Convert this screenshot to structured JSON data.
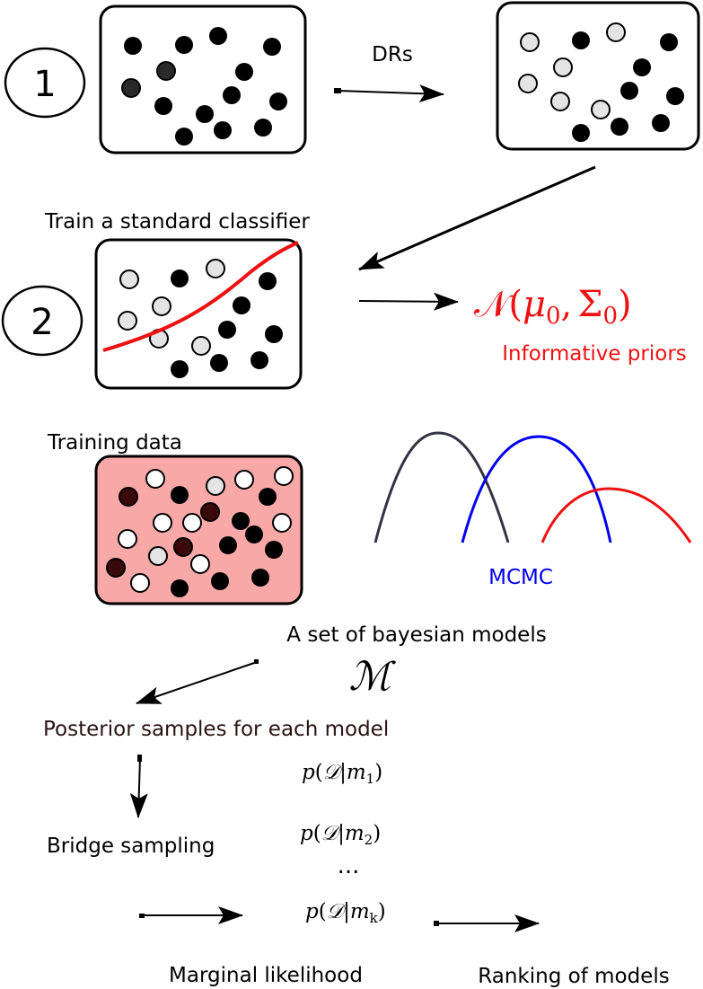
{
  "step1": {
    "number": "1",
    "arrow_label": "DRs"
  },
  "step2": {
    "number": "2",
    "title": "Train a standard classifier",
    "prior_formula": "𝒩(μ0, Σ0)",
    "prior_formula_parts": {
      "symbol": "𝒩",
      "open": "(",
      "mu": "μ",
      "mu_sub": "0",
      "comma": ",",
      "sigma": "Σ",
      "sigma_sub": "0",
      "close": ")"
    },
    "prior_label": "Informative priors"
  },
  "training": {
    "label": "Training data"
  },
  "mcmc": {
    "label": "MCMC"
  },
  "models": {
    "label": "A set of bayesian models",
    "symbol": "ℳ"
  },
  "posterior": {
    "label": "Posterior samples for each model"
  },
  "evidence": {
    "items": [
      {
        "text": "p(𝒟|m1)",
        "p": "p",
        "open": "(",
        "D": "𝒟",
        "bar": "|",
        "m": "m",
        "sub": "1",
        "close": ")"
      },
      {
        "text": "p(𝒟|m2)",
        "p": "p",
        "open": "(",
        "D": "𝒟",
        "bar": "|",
        "m": "m",
        "sub": "2",
        "close": ")"
      },
      {
        "text": "p(𝒟|mk)",
        "p": "p",
        "open": "(",
        "D": "𝒟",
        "bar": "|",
        "m": "m",
        "sub": "k",
        "close": ")"
      }
    ],
    "ellipsis": "..."
  },
  "bridge": {
    "label": "Bridge sampling"
  },
  "marginal": {
    "label": "Marginal likelihood"
  },
  "ranking": {
    "label": "Ranking of models"
  },
  "colors": {
    "accent_red": "#ee1111",
    "mcmc_blue": "#0000ee",
    "curve_dark": "#333344",
    "training_fill": "#f9a8a8",
    "posterior_text": "#2a1414",
    "dot_black": "#000000",
    "dot_light": "#e4e4e4",
    "dot_white": "#ffffff",
    "dot_dark_red": "#3a0a0a"
  }
}
